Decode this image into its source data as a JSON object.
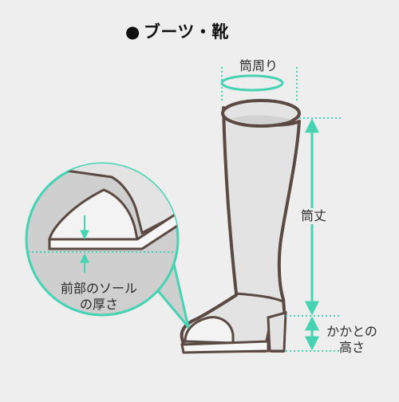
{
  "title": {
    "bullet": "●",
    "text": "ブーツ・靴"
  },
  "labels": {
    "circumference": "筒周り",
    "shaft_height": "筒丈",
    "heel_height_line1": "かかとの",
    "heel_height_line2": "高さ",
    "sole_line1": "前部のソール",
    "sole_line2": "の厚さ"
  },
  "colors": {
    "background": "#eeeeee",
    "accent": "#45d3b1",
    "outline": "#5a4a43",
    "boot_fill": "#e3e3e3",
    "boot_inner": "#d2d2d2",
    "zoom_fill": "#cfcfcf",
    "text": "#2b2b2b"
  }
}
